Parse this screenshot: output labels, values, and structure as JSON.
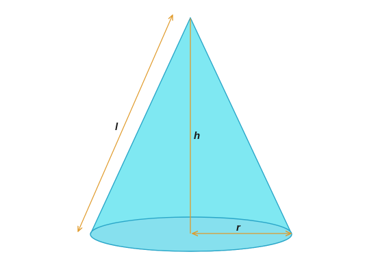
{
  "diagram": {
    "labels": {
      "slant_height": "l",
      "height": "h",
      "radius": "r"
    },
    "colors": {
      "cone_fill": "#7fe8f2",
      "cone_stroke": "#2aa6c8",
      "base_fill": "#86e0ee",
      "dimension_line": "#e09a2a",
      "label_text": "#1a1a1a",
      "background": "#ffffff"
    }
  }
}
